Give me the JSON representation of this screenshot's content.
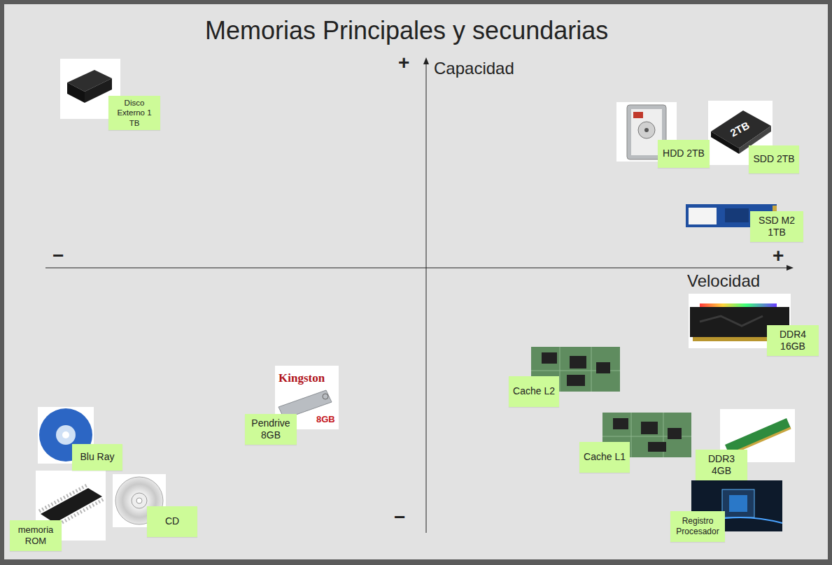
{
  "diagram": {
    "title": "Memorias Principales y secundarias",
    "nodes": [
      {
        "text": [
          "Disco Externo 1 TB"
        ]
      },
      {
        "text": [
          "HDD 2TB"
        ]
      },
      {
        "text": [
          "SDD 2TB"
        ]
      },
      {
        "text": [
          "SSD M2 1TB"
        ]
      },
      {
        "text": [
          "DDR4 16GB"
        ]
      },
      {
        "text": [
          "Cache L2"
        ]
      },
      {
        "text": [
          "Pendrive 8GB"
        ]
      },
      {
        "text": [
          "Blu Ray"
        ]
      },
      {
        "text": [
          "Cache L1"
        ]
      },
      {
        "text": [
          "DDR3 4GB"
        ]
      },
      {
        "text": [
          "memoria ROM"
        ]
      },
      {
        "text": [
          "CD"
        ]
      },
      {
        "text": [
          "Registro Procesador"
        ]
      }
    ],
    "labels": [
      "+",
      "Capacidad",
      "−",
      "+",
      "Velocidad",
      "−",
      "Kingston",
      "8GB",
      "2TB"
    ]
  }
}
